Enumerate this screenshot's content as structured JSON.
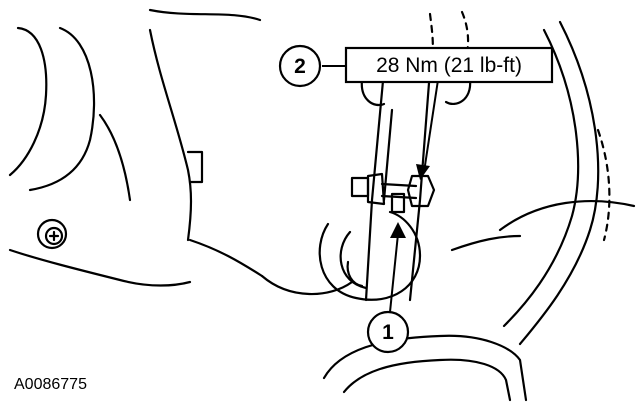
{
  "figure_id": "A0086775",
  "callouts": [
    {
      "number": "1"
    },
    {
      "number": "2",
      "spec": "28 Nm (21 lb-ft)"
    }
  ],
  "colors": {
    "ink": "#000000",
    "paper": "#ffffff"
  }
}
